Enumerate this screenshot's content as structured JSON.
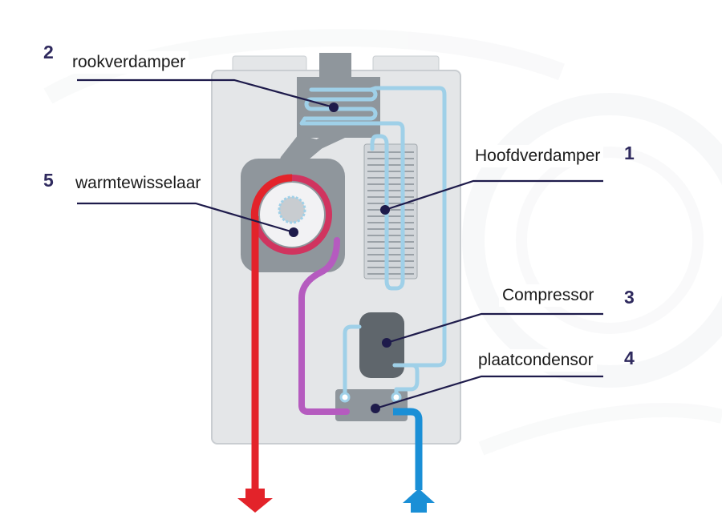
{
  "colors": {
    "housing": "#e4e6e8",
    "housing_border": "#c9cdd1",
    "metal": "#8f969c",
    "metal_dark": "#5f666c",
    "pipe_light_blue": "#9fd0e8",
    "pipe_purple": "#b55bbf",
    "hot_red": "#e3232a",
    "cold_blue": "#1a8fd6",
    "leader_line": "#1e1b4b",
    "number": "#2f2a5e"
  },
  "components": [
    {
      "number": "1",
      "label": "Hoofdverdamper"
    },
    {
      "number": "2",
      "label": "rookverdamper"
    },
    {
      "number": "3",
      "label": "Compressor"
    },
    {
      "number": "4",
      "label": "plaatcondensor"
    },
    {
      "number": "5",
      "label": "warmtewisselaar"
    }
  ],
  "icons": {
    "hot_outlet": "arrow-down-icon",
    "cold_inlet": "arrow-up-icon"
  }
}
